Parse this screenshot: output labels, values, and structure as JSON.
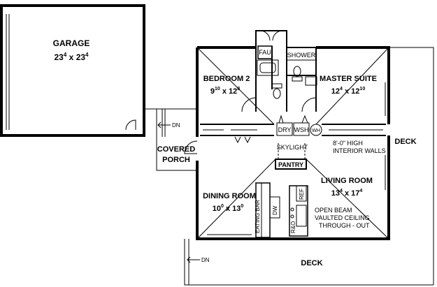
{
  "garage": {
    "name": "GARAGE",
    "dim_w": "23",
    "dim_w_sup": "4",
    "dim_x": "x",
    "dim_h": "23",
    "dim_h_sup": "4"
  },
  "bedroom2": {
    "name": "BEDROOM 2",
    "dim_w": "9",
    "dim_w_sup": "10",
    "dim_x": "x",
    "dim_h": "12",
    "dim_h_sup": "8"
  },
  "master": {
    "name": "MASTER SUITE",
    "dim_w": "12",
    "dim_w_sup": "4",
    "dim_x": "x",
    "dim_h": "12",
    "dim_h_sup": "10"
  },
  "living": {
    "name": "LIVING ROOM",
    "dim_w": "13",
    "dim_w_sup": "4",
    "dim_x": "x",
    "dim_h": "17",
    "dim_h_sup": "4"
  },
  "dining": {
    "name": "DINING ROOM",
    "dim_w": "10",
    "dim_w_sup": "0",
    "dim_x": "x",
    "dim_h": "13",
    "dim_h_sup": "0"
  },
  "porch": {
    "line1": "COVERED",
    "line2": "PORCH"
  },
  "labels": {
    "fau": "FAU",
    "shower": "SHOWER",
    "dry": "DRY",
    "wsh": "WSH",
    "wh": "WH",
    "skylight": "SKYLIGHT",
    "pantry": "PANTRY",
    "interior_1": "8'-0\" HIGH",
    "interior_2": "INTERIOR WALLS",
    "ceiling_1": "OPEN BEAM",
    "ceiling_2": "VAULTED CEILING",
    "ceiling_3": "THROUGH - OUT",
    "eating_bar": "EATING BAR",
    "dw": "DW",
    "rng": "R&O",
    "ref": "REF",
    "deck_right": "DECK",
    "deck_bottom": "DECK",
    "dn_porch": "DN",
    "dn_deck": "DN"
  }
}
